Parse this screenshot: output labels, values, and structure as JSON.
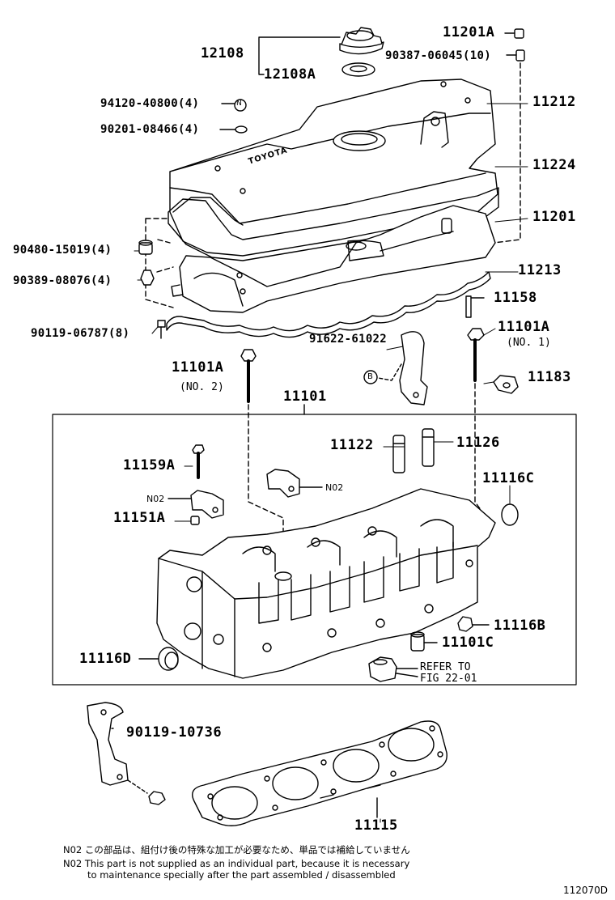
{
  "parts": {
    "p11201A_top": "11201A",
    "p90387": "90387-06045(10)",
    "p12108": "12108",
    "p12108A": "12108A",
    "p94120": "94120-40800(4)",
    "p90201": "90201-08466(4)",
    "p11212": "11212",
    "p11224": "11224",
    "p11201": "11201",
    "p90480": "90480-15019(4)",
    "p90389": "90389-08076(4)",
    "p11213": "11213",
    "p11158": "11158",
    "p90119_06787": "90119-06787(8)",
    "p91622": "91622-61022",
    "p11101A_no1": "11101A",
    "no1": "(NO. 1)",
    "p11101A_no2": "11101A",
    "no2": "(NO. 2)",
    "p11183": "11183",
    "p11101": "11101",
    "p11122": "11122",
    "p11126": "11126",
    "p11159A": "11159A",
    "p11116C": "11116C",
    "p11151A": "11151A",
    "p11116B": "11116B",
    "p11101C": "11101C",
    "p11116D": "11116D",
    "refer_to": "REFER TO",
    "fig": "FIG 22-01",
    "p90119_10736": "90119-10736",
    "p11115": "11115"
  },
  "callouts": {
    "n_marker": "N",
    "b_marker": "B",
    "no2_left": "N02",
    "no2_right": "N02",
    "cover_logo": "TOYOTA"
  },
  "notes": {
    "jp": "N02  この部品は、組付け後の特殊な加工が必要なため、単品では補給していません",
    "en1": "N02  This part is not supplied as an individual part, because it is necessary",
    "en2": "to maintenance specially after the part assembled / disassembled"
  },
  "figure_id": "112070D"
}
